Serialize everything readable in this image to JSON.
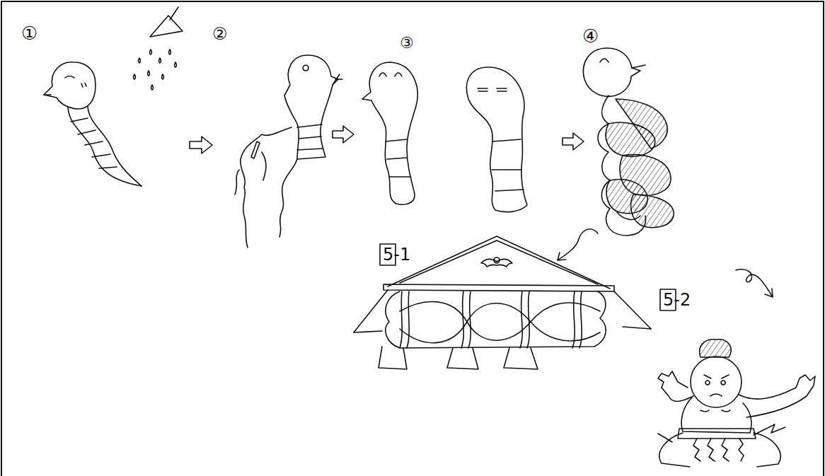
{
  "diagram": {
    "labels": [
      "①",
      "②",
      "③",
      "④",
      "5-1",
      "5-2"
    ]
  }
}
